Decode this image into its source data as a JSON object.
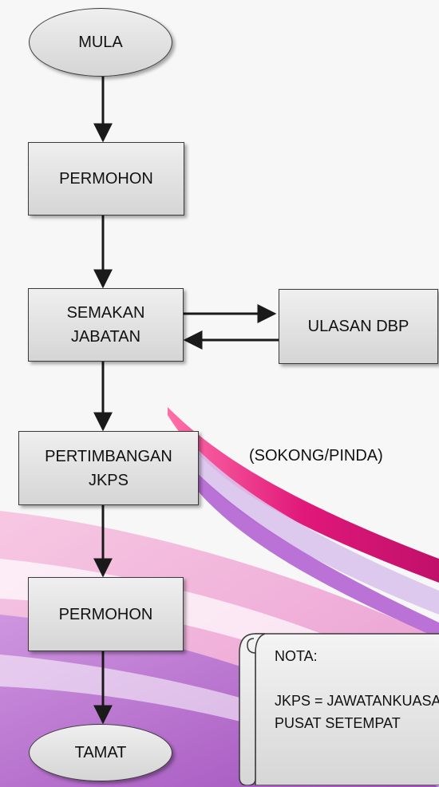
{
  "colors": {
    "node_fill_top": "#efefef",
    "node_fill_bottom": "#d5d5d5",
    "outline": "#3a3a3a",
    "arrow": "#1a1a1a",
    "swoosh_magenta": "#e0187a",
    "swoosh_purple": "#b05ad0"
  },
  "diagram": {
    "start": "MULA",
    "step_applicant_1": "PERMOHON",
    "step_department_check": "SEMAKAN\nJABATAN",
    "step_dbp_review": "ULASAN DBP",
    "step_jkps_consideration": "PERTIMBANGAN\nJKPS",
    "consideration_outcome": "(SOKONG/PINDA)",
    "step_applicant_2": "PERMOHON",
    "end": "TAMAT"
  },
  "note": {
    "title": "NOTA:",
    "line1": "JKPS = JAWATANKUASA",
    "line2": "PUSAT SETEMPAT"
  }
}
